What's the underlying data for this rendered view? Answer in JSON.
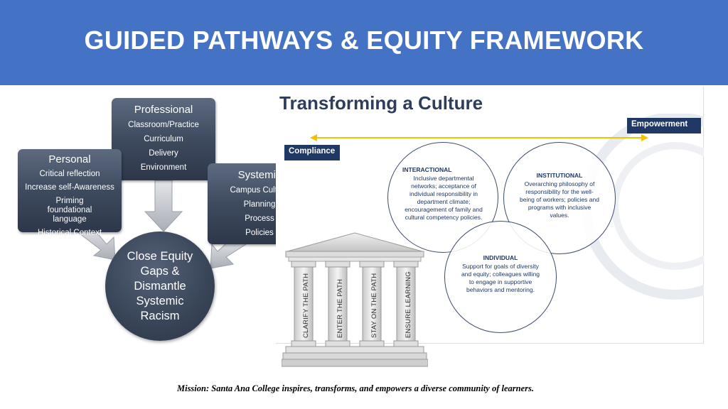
{
  "header": {
    "title": "GUIDED PATHWAYS & EQUITY FRAMEWORK"
  },
  "left_diagram": {
    "professional": {
      "title": "Professional",
      "items": [
        "Classroom/Practice",
        "Curriculum",
        "Delivery",
        "Environment"
      ]
    },
    "personal": {
      "title": "Personal",
      "items": [
        "Critical reflection",
        "Increase self-Awareness",
        "Priming foundational language",
        "Historical Context"
      ]
    },
    "systemic": {
      "title": "Systemic",
      "items": [
        "Campus Culture",
        "Planning",
        "Process",
        "Policies"
      ]
    },
    "center": {
      "lines": [
        "Close Equity",
        "Gaps &",
        "Dismantle",
        "Systemic",
        "Racism"
      ]
    }
  },
  "culture": {
    "title": "Transforming a Culture",
    "compliance_label": "Compliance",
    "empowerment_label": "Empowerment",
    "interactional": {
      "heading": "INTERACTIONAL",
      "text": "Inclusive departmental networks; acceptance of individual responsibility in department climate; encouragement of family and cultural competency policies."
    },
    "institutional": {
      "heading": "INSTITUTIONAL",
      "text": "Overarching philosophy of responsibility for the well-being of workers; policies and programs with inclusive values."
    },
    "individual": {
      "heading": "INDIVIDUAL",
      "text": "Support for goals of diversity and equity; colleagues willing to engage in supportive behaviors and mentoring."
    }
  },
  "pillars": [
    "CLARIFY THE PATH",
    "ENTER THE PATH",
    "STAY ON THE PATH",
    "ENSURE LEARNING"
  ],
  "colors": {
    "header_bg": "#4472c4",
    "box_dark": "#3e4a5e",
    "tag_navy": "#1f3864",
    "arrow_yellow": "#f2c200"
  },
  "mission": "Mission: Santa Ana College inspires, transforms, and empowers a diverse community of learners."
}
